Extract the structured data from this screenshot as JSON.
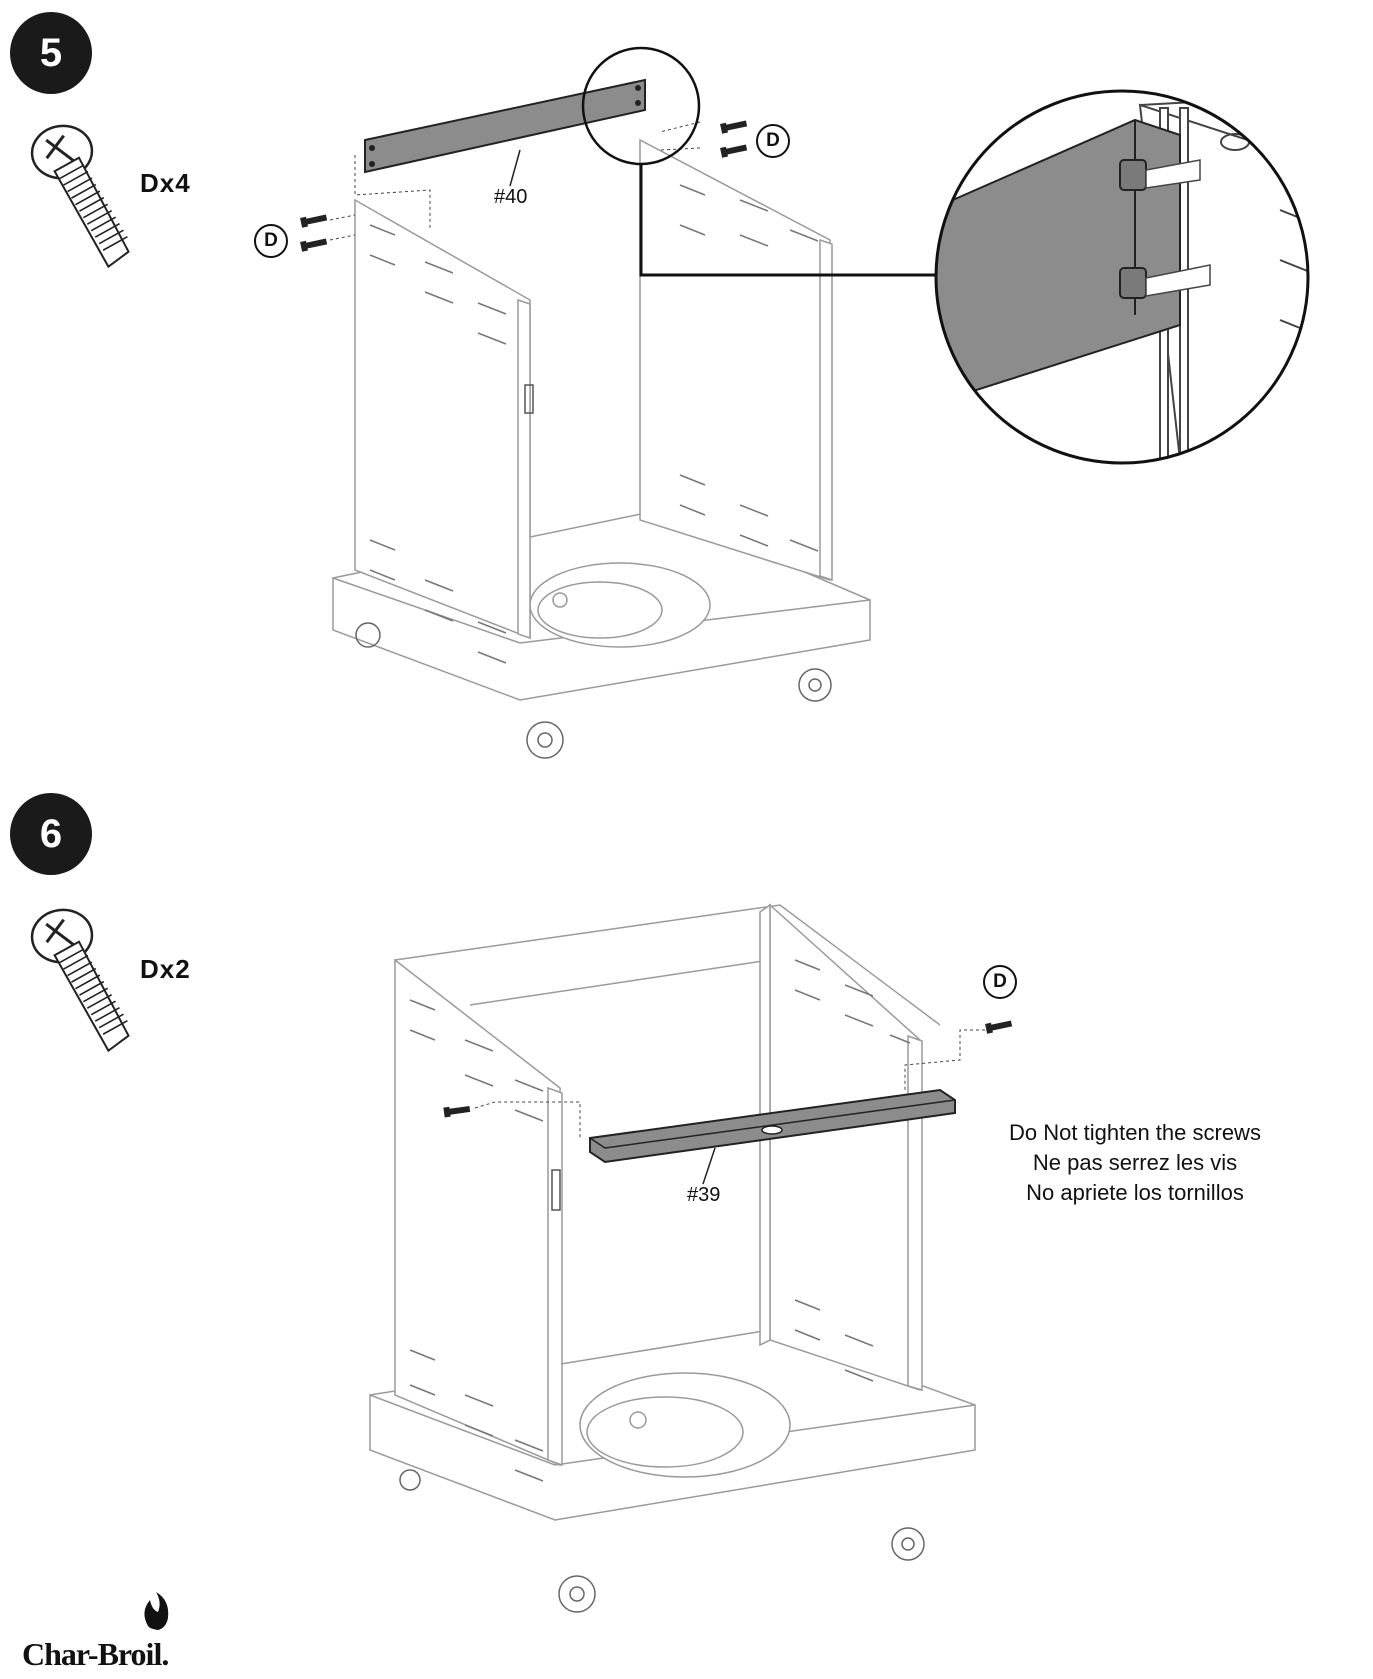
{
  "steps": [
    {
      "number": "5",
      "screw_qty": "Dx4",
      "part_label": "#40",
      "hardware_labels": [
        "D",
        "D"
      ]
    },
    {
      "number": "6",
      "screw_qty": "Dx2",
      "part_label": "#39",
      "hardware_labels": [
        "D",
        "D"
      ]
    }
  ],
  "note": {
    "line1": "Do Not tighten the screws",
    "line2": "Ne pas serrez les vis",
    "line3": "No apriete los tornillos"
  },
  "brand": "Char-Broil.",
  "colors": {
    "panel_fill": "#8c8c8c",
    "line": "#333333",
    "light_line": "#9a9a9a"
  }
}
